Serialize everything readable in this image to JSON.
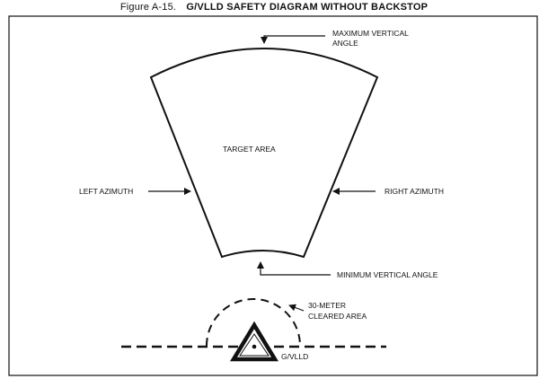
{
  "figure": {
    "number": "Figure A-15.",
    "title": "G/VLLD SAFETY DIAGRAM WITHOUT BACKSTOP"
  },
  "labels": {
    "max_vertical_angle_line1": "MAXIMUM VERTICAL",
    "max_vertical_angle_line2": "ANGLE",
    "target_area": "TARGET AREA",
    "left_azimuth": "LEFT AZIMUTH",
    "right_azimuth": "RIGHT AZIMUTH",
    "min_vertical_angle": "MINIMUM VERTICAL ANGLE",
    "cleared_area_line1": "30-METER",
    "cleared_area_line2": "CLEARED AREA",
    "gvlld": "G/VLLD"
  },
  "colors": {
    "ink": "#111111",
    "background": "#ffffff"
  }
}
